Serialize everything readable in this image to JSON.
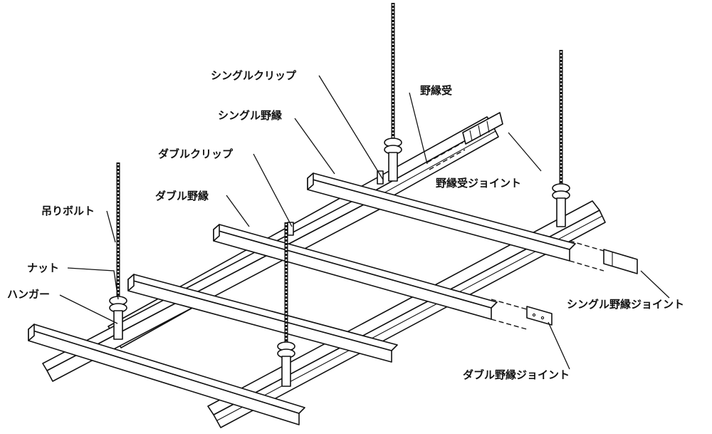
{
  "labels": {
    "single_clip": "シングルクリップ",
    "nobuchi_uke": "野縁受",
    "single_nobuchi": "シングル野縁",
    "double_clip": "ダブルクリップ",
    "double_nobuchi": "ダブル野縁",
    "nobuchi_uke_joint": "野縁受ジョイント",
    "hanging_bolt": "吊りボルト",
    "nut": "ナット",
    "hanger": "ハンガー",
    "single_nobuchi_joint": "シングル野縁ジョイント",
    "double_nobuchi_joint": "ダブル野縁ジョイント"
  }
}
